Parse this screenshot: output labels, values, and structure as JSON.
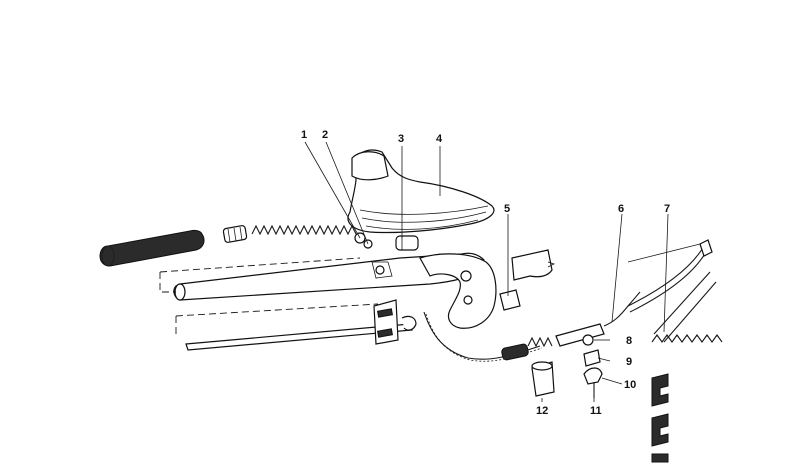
{
  "callouts": [
    {
      "id": "1",
      "label": "1"
    },
    {
      "id": "2",
      "label": "2"
    },
    {
      "id": "3",
      "label": "3"
    },
    {
      "id": "4",
      "label": "4"
    },
    {
      "id": "5",
      "label": "5"
    },
    {
      "id": "6",
      "label": "6"
    },
    {
      "id": "7",
      "label": "7"
    },
    {
      "id": "8",
      "label": "8"
    },
    {
      "id": "9",
      "label": "9"
    },
    {
      "id": "10",
      "label": "10"
    },
    {
      "id": "11",
      "label": "11"
    },
    {
      "id": "12",
      "label": "12"
    }
  ],
  "colors": {
    "ink": "#1a1a1a",
    "paper": "#ffffff",
    "rubber": "#2b2b2b"
  }
}
